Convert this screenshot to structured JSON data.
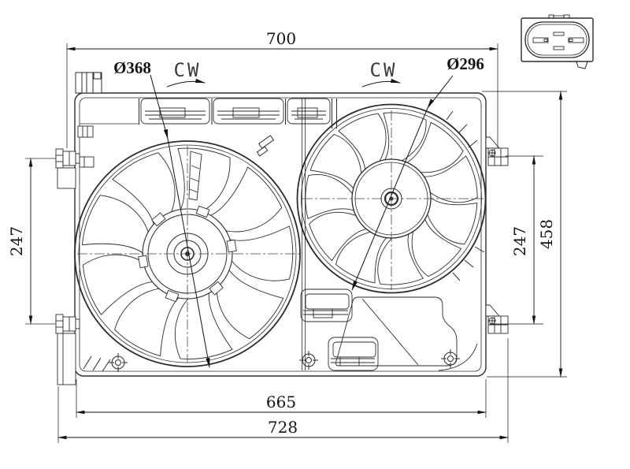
{
  "dimensions": {
    "top_width": "700",
    "bottom_inner_width": "665",
    "bottom_outer_width": "728",
    "left_height": "247",
    "right_inner_height": "247",
    "right_outer_height": "458"
  },
  "fans": {
    "left": {
      "diameter_label": "Ø368",
      "rotation_label": "CW"
    },
    "right": {
      "diameter_label": "Ø296",
      "rotation_label": "CW"
    }
  },
  "colors": {
    "ink": "#2b2b2b",
    "background": "#ffffff"
  }
}
